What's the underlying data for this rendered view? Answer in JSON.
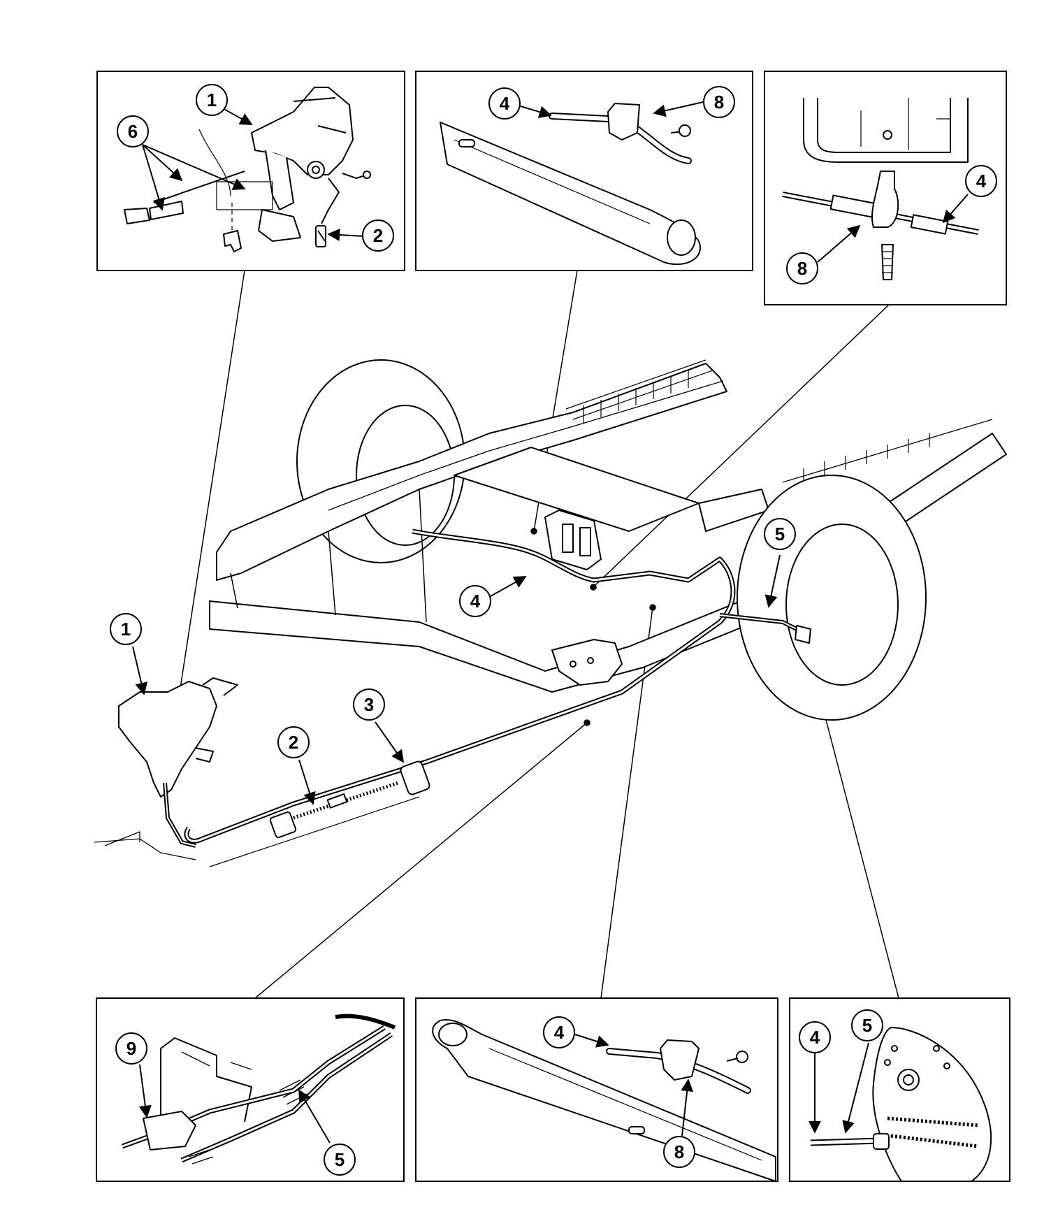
{
  "diagram": {
    "ink_color": "#000000",
    "paper_color": "#ffffff",
    "callouts": {
      "c1_inset": "1",
      "c6_inset": "6",
      "c2_inset": "2",
      "c4_inset_tm": "4",
      "c8_inset_tm": "8",
      "c4_inset_tr": "4",
      "c8_inset_tr": "8",
      "c4_main": "4",
      "c5_main": "5",
      "c1_main": "1",
      "c2_main": "2",
      "c3_main": "3",
      "c9_inset_bl": "9",
      "c5_inset_bl": "5",
      "c4_inset_bm": "4",
      "c8_inset_bm": "8",
      "c4_inset_br": "4",
      "c5_inset_br": "5"
    }
  }
}
